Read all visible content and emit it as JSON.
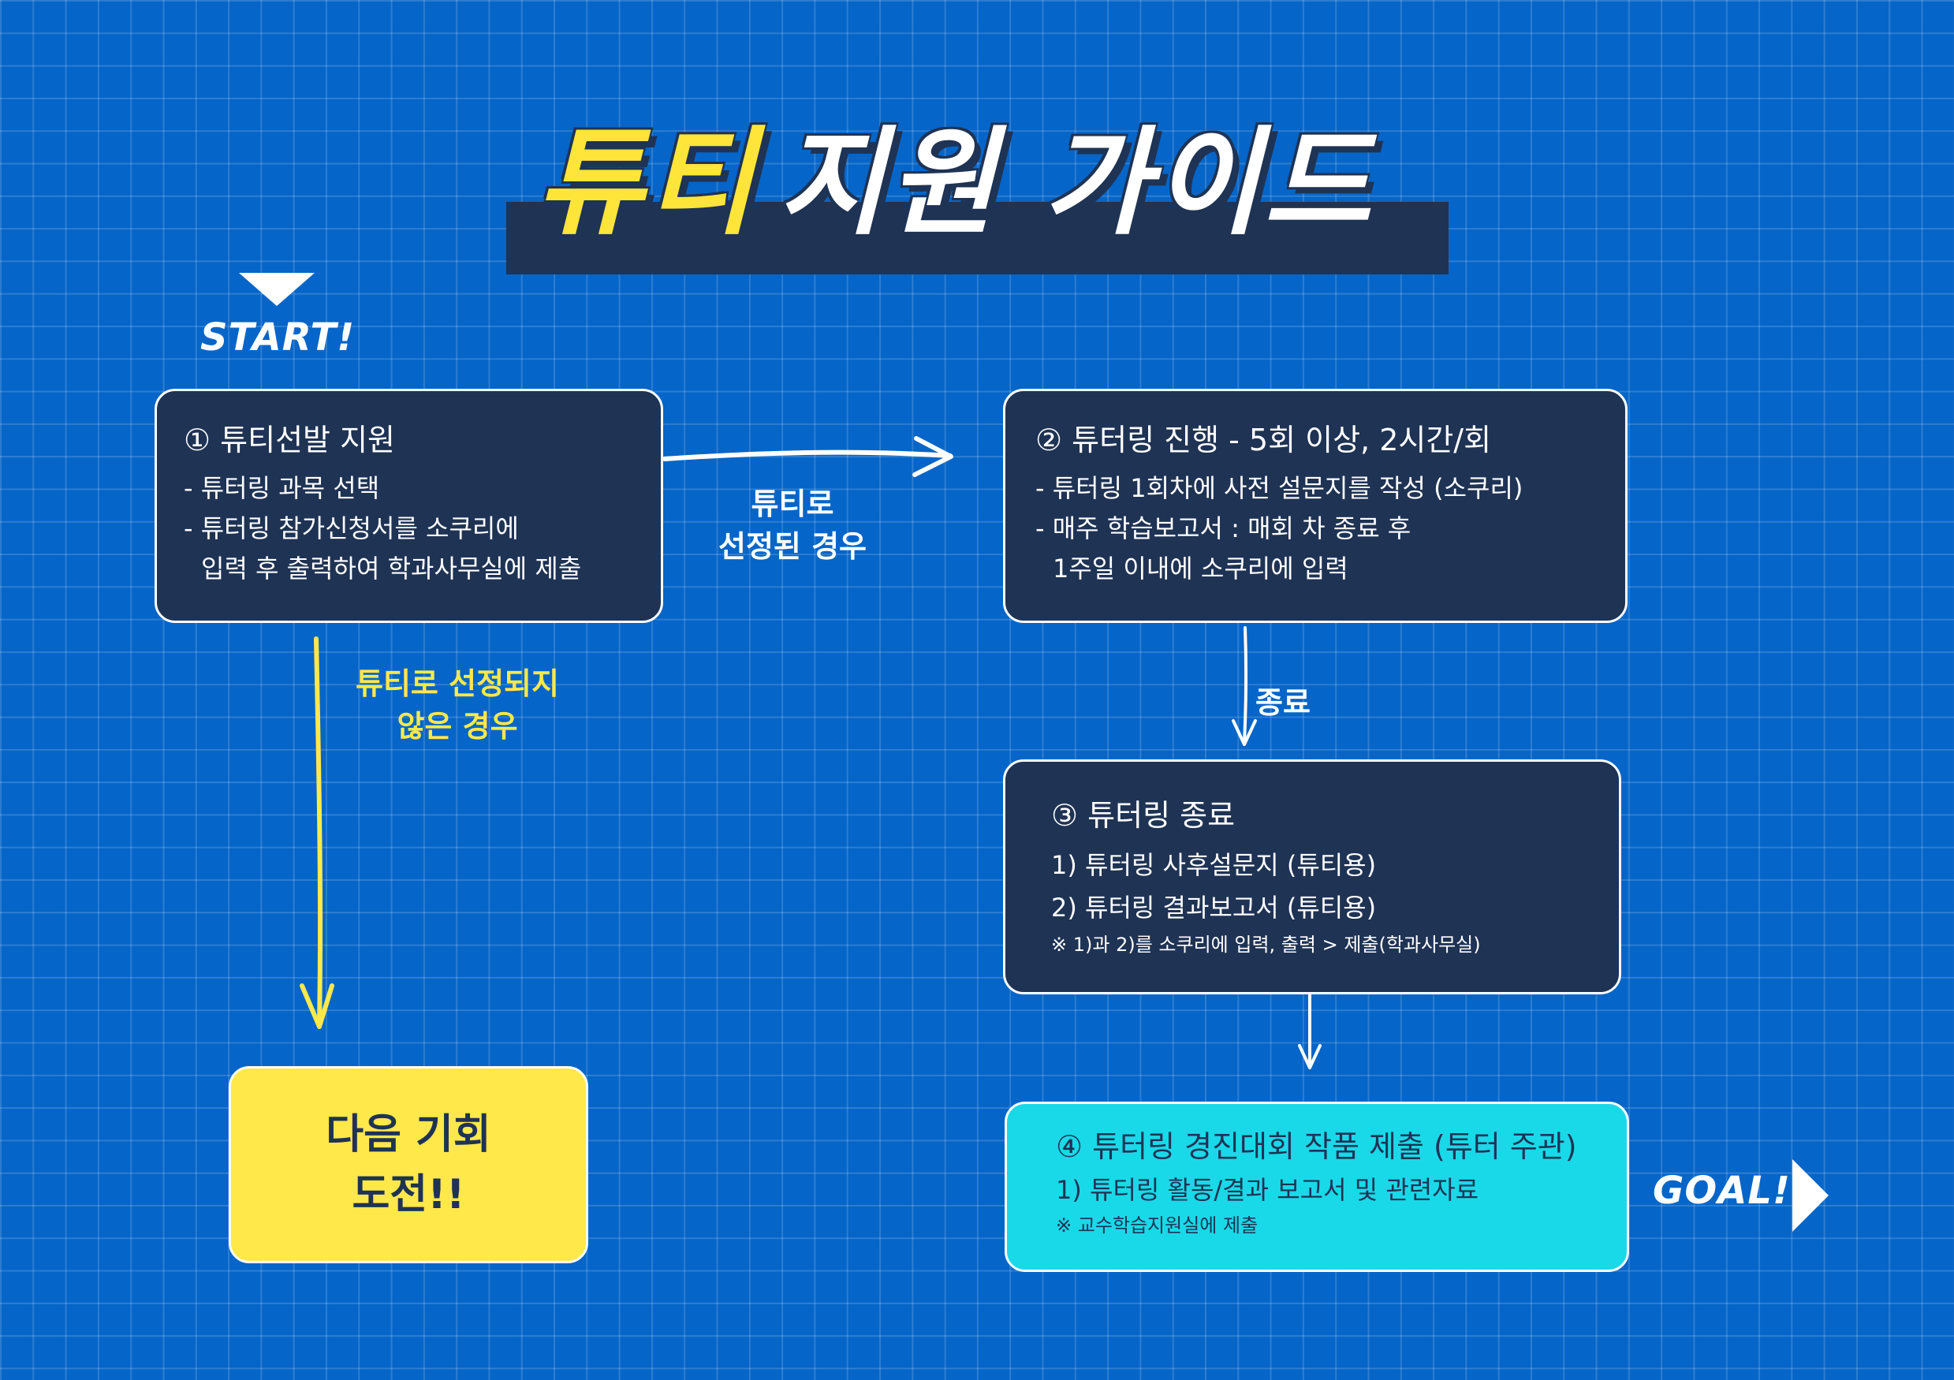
{
  "title": {
    "highlight": "튜티",
    "rest": "지원 가이드"
  },
  "markers": {
    "start": "START!",
    "goal": "GOAL!"
  },
  "steps": [
    {
      "title": "① 튜티선발 지원",
      "lines": [
        "- 튜터링 과목 선택",
        "- 튜터링 참가신청서를 소쿠리에",
        "입력 후 출력하여 학과사무실에 제출"
      ]
    },
    {
      "title": "② 튜터링 진행 - 5회 이상, 2시간/회",
      "lines": [
        "- 튜터링 1회차에 사전 설문지를 작성 (소쿠리)",
        "- 매주 학습보고서 : 매회 차 종료 후",
        "1주일 이내에 소쿠리에 입력"
      ]
    },
    {
      "title": "③ 튜터링 종료",
      "lines": [
        "1) 튜터링 사후설문지 (튜티용)",
        "2) 튜터링 결과보고서 (튜티용)"
      ],
      "note": "※ 1)과 2)를 소쿠리에 입력, 출력 > 제출(학과사무실)"
    },
    {
      "title": "④ 튜터링 경진대회 작품 제출 (튜터 주관)",
      "lines": [
        "1) 튜터링 활동/결과 보고서 및 관련자료"
      ],
      "note": "※ 교수학습지원실에 제출"
    }
  ],
  "fail_box": {
    "line1": "다음 기회",
    "line2": "도전!!"
  },
  "connectors": {
    "selected": {
      "line1": "튜티로",
      "line2": "선정된 경우"
    },
    "not_selected": {
      "line1": "튜티로 선정되지",
      "line2": "않은 경우"
    },
    "end": "종료"
  },
  "colors": {
    "background": "#0565c8",
    "dark_box": "#1f3354",
    "yellow": "#ffe84a",
    "cyan": "#19d9e8",
    "white": "#ffffff"
  }
}
